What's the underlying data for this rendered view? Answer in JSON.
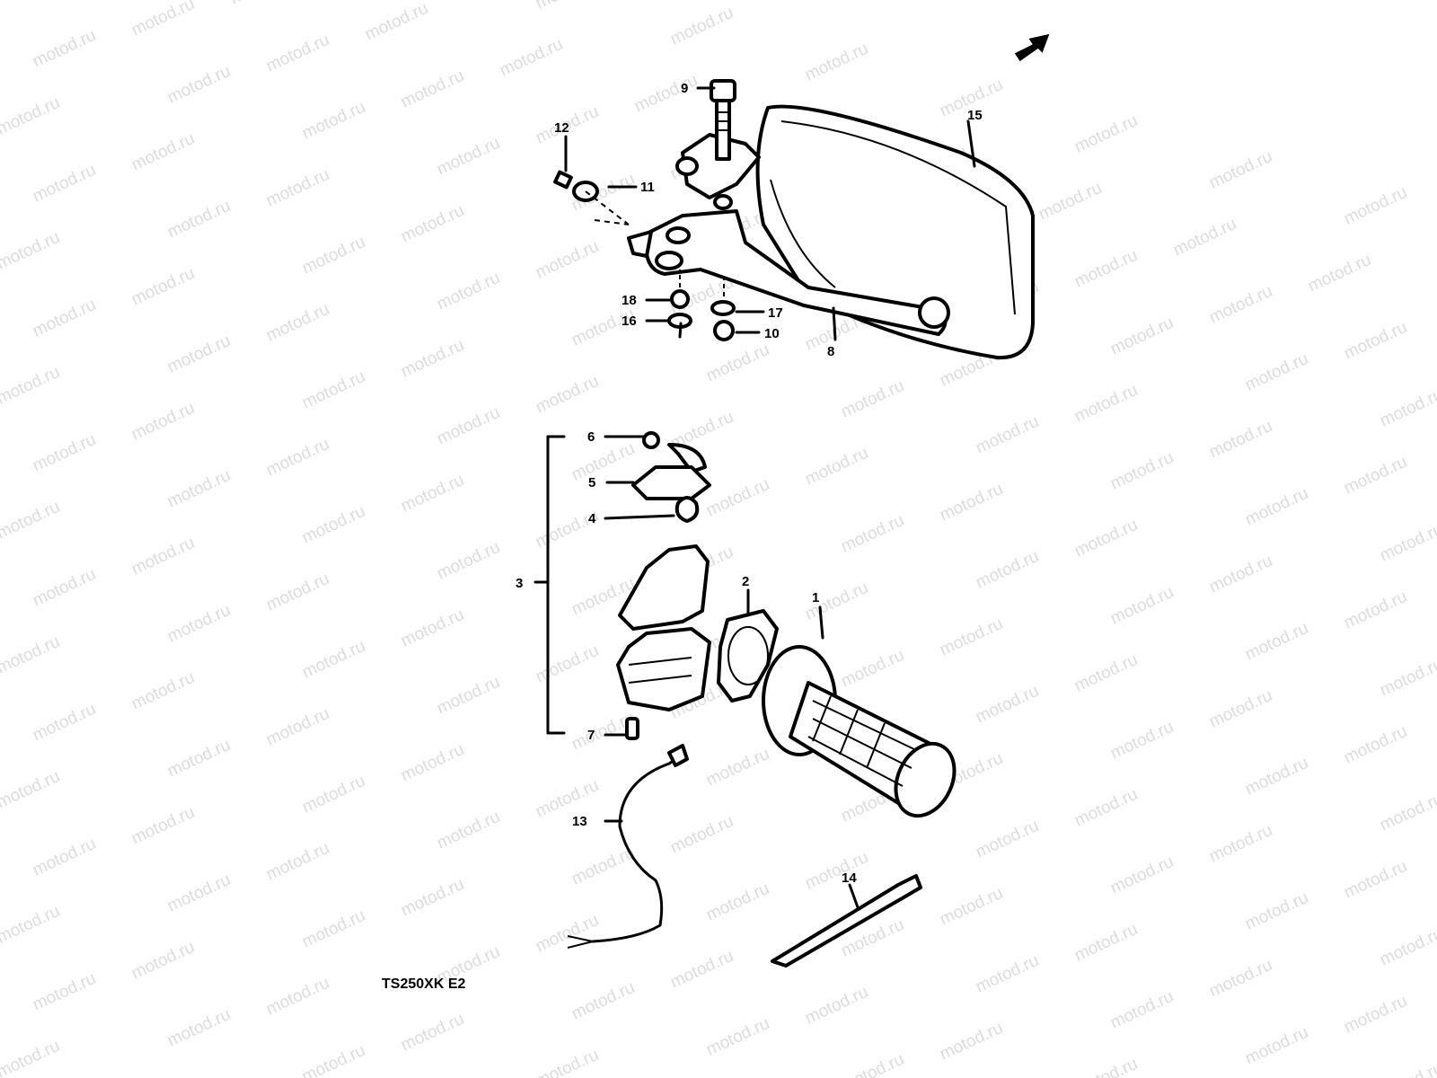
{
  "watermark": "motod.ru",
  "model_code": "TS250XK E2",
  "callouts": [
    "1",
    "2",
    "3",
    "4",
    "5",
    "6",
    "7",
    "8",
    "9",
    "10",
    "11",
    "12",
    "13",
    "14",
    "15",
    "16",
    "17",
    "18"
  ]
}
